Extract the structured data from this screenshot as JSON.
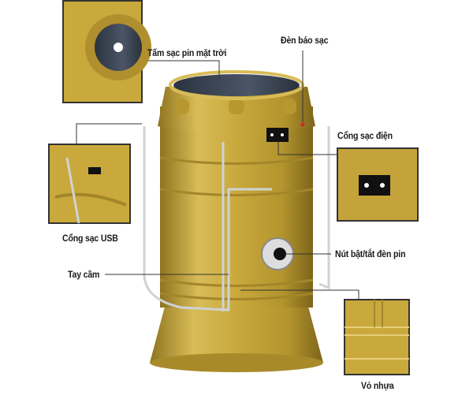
{
  "labels": {
    "solar_panel": "Tấm sạc pin mặt trời",
    "charge_indicator": "Đèn báo sạc",
    "power_port": "Cổng sạc điện",
    "usb_port": "Cổng sạc USB",
    "switch": "Nút bật/tắt đèn pin",
    "handle": "Tay cầm",
    "plastic_shell": "Vỏ nhựa"
  },
  "colors": {
    "gold": "#c9a93c",
    "gold_dark": "#9c7f22",
    "gold_light": "#e6cf7a",
    "line": "#333333"
  }
}
